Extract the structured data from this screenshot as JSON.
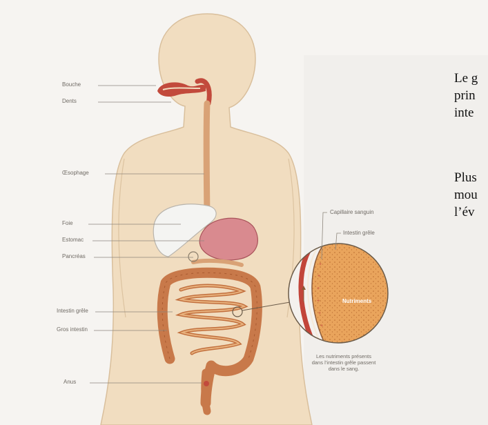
{
  "labels": {
    "bouche": "Bouche",
    "dents": "Dents",
    "oesophage": "Œsophage",
    "foie": "Foie",
    "estomac": "Estomac",
    "pancreas": "Pancréas",
    "intestin_grele": "Intestin grêle",
    "gros_intestin": "Gros intestin",
    "anus": "Anus"
  },
  "zoom_labels": {
    "capillaire": "Capillaire sanguin",
    "intestin_grele": "Intestin grêle",
    "nutriments": "Nutriments"
  },
  "caption": {
    "line1": "Les nutriments présents",
    "line2": "dans l’intestin grêle passent",
    "line3": "dans le sang."
  },
  "side_text": {
    "p1_line1": "Le g",
    "p1_line2": "prin",
    "p1_line3": "inte",
    "p2_line1": "Plus",
    "p2_line2": "mou",
    "p2_line3": "l’év"
  },
  "colors": {
    "skin": "#f1ddc0",
    "skin_outline": "#d9bf9c",
    "mouth_tract": "#c24a3c",
    "esophagus": "#d9a276",
    "liver": "#f4f4f2",
    "stomach": "#d98a8f",
    "intestine": "#d08a55",
    "zoom_fill": "#e9a45c",
    "capillary": "#c2453a",
    "page_bg": "#f7f5f2"
  }
}
